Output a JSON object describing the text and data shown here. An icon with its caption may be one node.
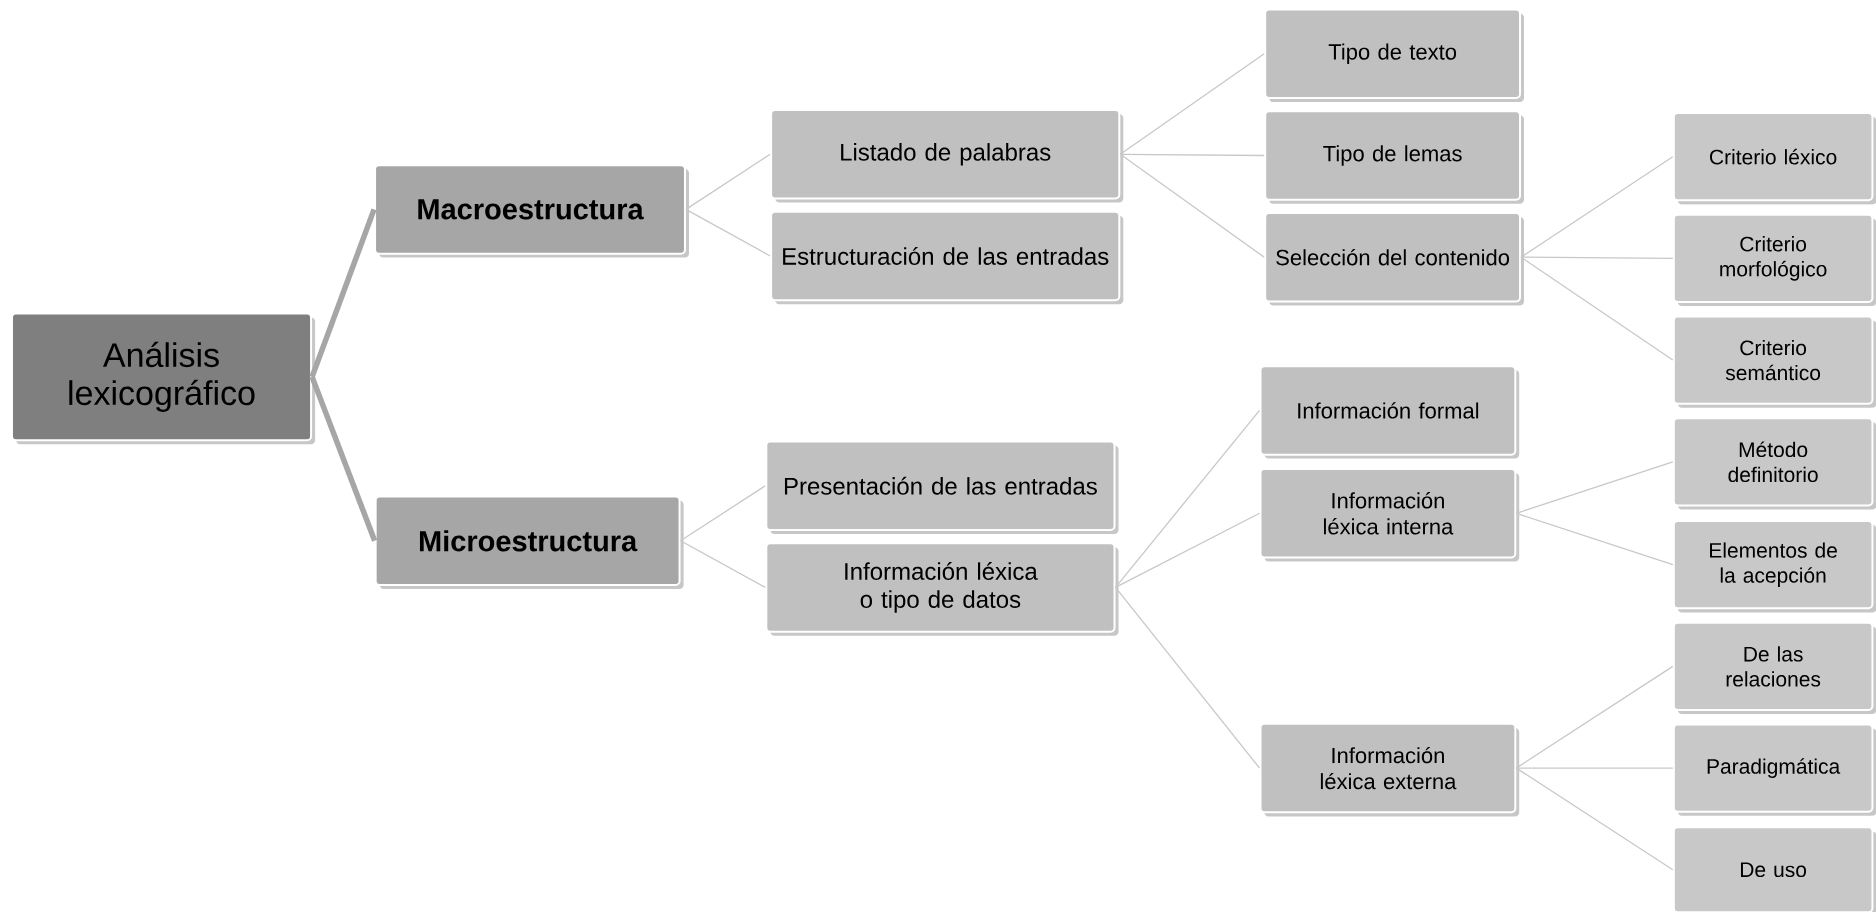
{
  "diagram": {
    "nodes": [
      {
        "text": [
          "Análisis lexicográfico"
        ]
      },
      {
        "text": [
          "Macroestructura"
        ]
      },
      {
        "text": [
          "Microestructura"
        ]
      },
      {
        "text": [
          "Listado de palabras"
        ]
      },
      {
        "text": [
          "Estructuración de las entradas"
        ]
      },
      {
        "text": [
          "Presentación de las entradas"
        ]
      },
      {
        "text": [
          "Información léxica o tipo de datos"
        ]
      },
      {
        "text": [
          "Tipo de texto"
        ]
      },
      {
        "text": [
          "Tipo de lemas"
        ]
      },
      {
        "text": [
          "Selección del contenido"
        ]
      },
      {
        "text": [
          "Información formal"
        ]
      },
      {
        "text": [
          "Información léxica interna"
        ]
      },
      {
        "text": [
          "Información léxica externa"
        ]
      },
      {
        "text": [
          "Criterio léxico"
        ]
      },
      {
        "text": [
          "Criterio morfológico"
        ]
      },
      {
        "text": [
          "Criterio semántico"
        ]
      },
      {
        "text": [
          "Método definitorio"
        ]
      },
      {
        "text": [
          "Elementos de la acepción"
        ]
      },
      {
        "text": [
          "De las relaciones"
        ]
      },
      {
        "text": [
          "Paradigmática"
        ]
      },
      {
        "text": [
          "De uso"
        ]
      }
    ],
    "edges": [
      {
        "from": 0,
        "to": 1,
        "arrow": "none",
        "style": "thick",
        "color": "#a6a6a6"
      },
      {
        "from": 0,
        "to": 2,
        "arrow": "none",
        "style": "thick",
        "color": "#a6a6a6"
      },
      {
        "from": 1,
        "to": 3,
        "arrow": "none"
      },
      {
        "from": 1,
        "to": 4,
        "arrow": "none"
      },
      {
        "from": 2,
        "to": 5,
        "arrow": "none"
      },
      {
        "from": 2,
        "to": 6,
        "arrow": "none"
      },
      {
        "from": 3,
        "to": 7,
        "arrow": "none"
      },
      {
        "from": 3,
        "to": 8,
        "arrow": "none"
      },
      {
        "from": 3,
        "to": 9,
        "arrow": "none"
      },
      {
        "from": 6,
        "to": 10,
        "arrow": "none"
      },
      {
        "from": 6,
        "to": 11,
        "arrow": "none"
      },
      {
        "from": 6,
        "to": 12,
        "arrow": "none"
      },
      {
        "from": 9,
        "to": 13,
        "arrow": "none"
      },
      {
        "from": 9,
        "to": 14,
        "arrow": "none"
      },
      {
        "from": 9,
        "to": 15,
        "arrow": "none"
      },
      {
        "from": 11,
        "to": 16,
        "arrow": "none"
      },
      {
        "from": 11,
        "to": 17,
        "arrow": "none"
      },
      {
        "from": 12,
        "to": 18,
        "arrow": "none"
      },
      {
        "from": 12,
        "to": 19,
        "arrow": "none"
      },
      {
        "from": 12,
        "to": 20,
        "arrow": "none"
      }
    ]
  }
}
